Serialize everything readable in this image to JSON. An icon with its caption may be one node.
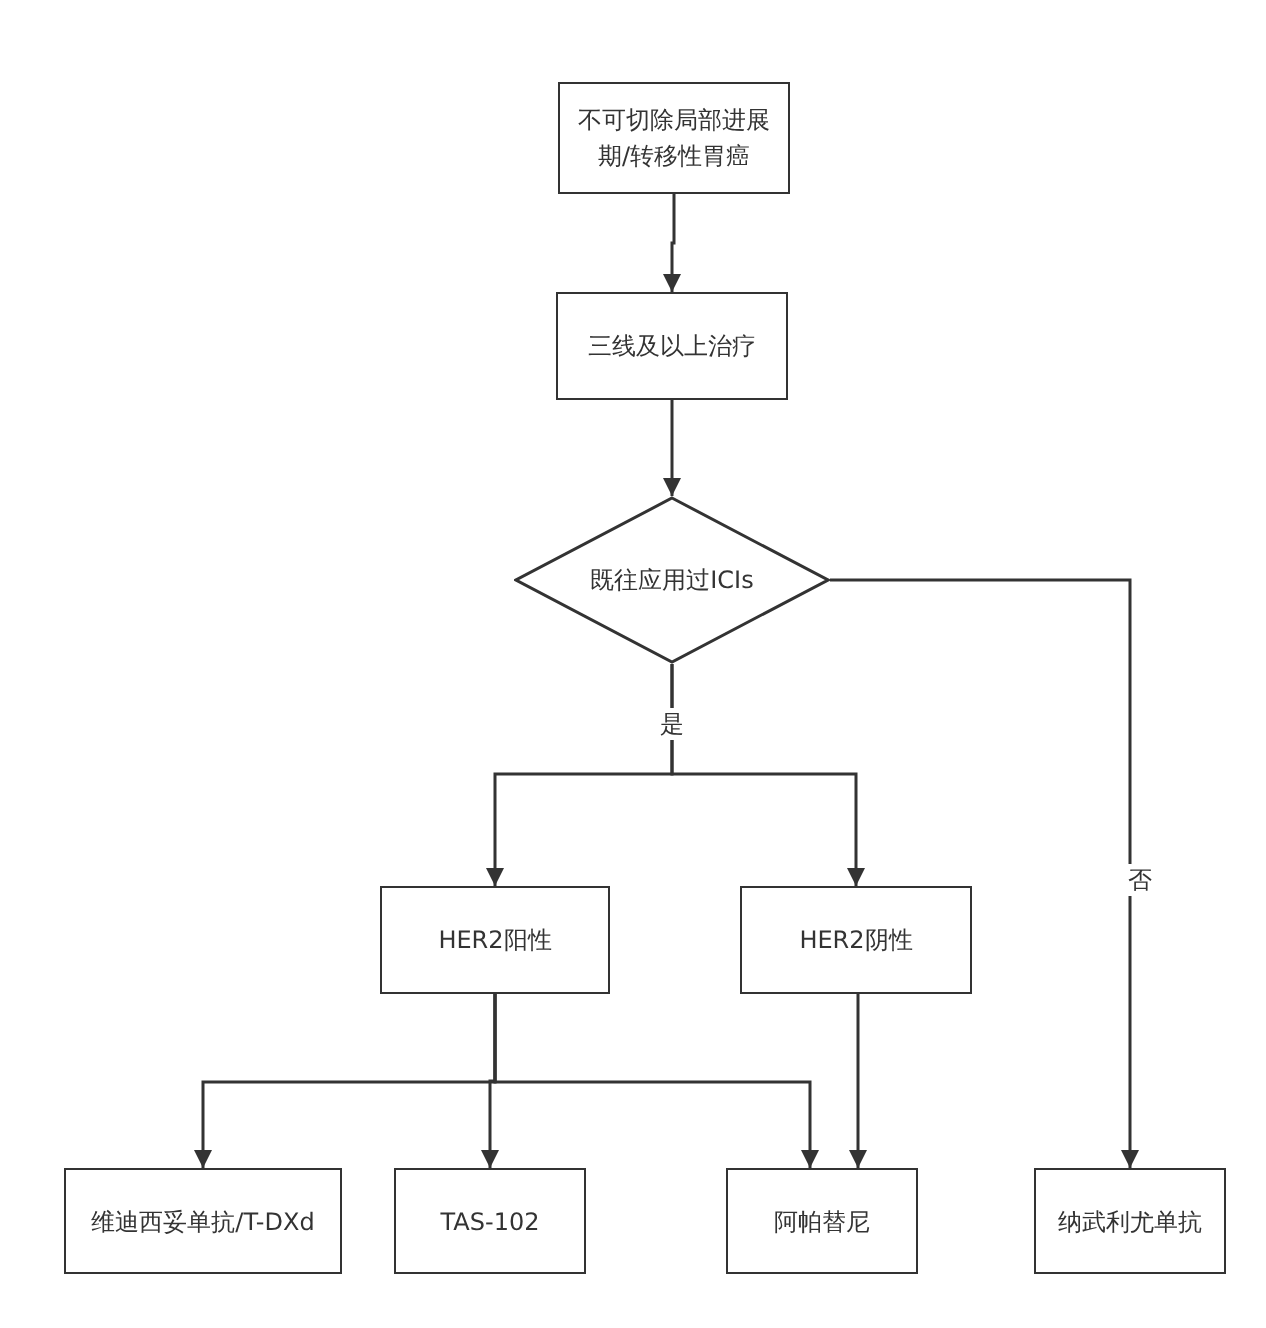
{
  "diagram": {
    "nodes": [
      {
        "text": [
          "不可切除局部进展期/转移性胃癌"
        ]
      },
      {
        "text": [
          "三线及以上治疗"
        ]
      },
      {
        "text": [
          "既往应用过ICIs"
        ]
      },
      {
        "text": [
          "HER2阳性"
        ]
      },
      {
        "text": [
          "HER2阴性"
        ]
      },
      {
        "text": [
          "维迪西妥单抗/T-DXd"
        ]
      },
      {
        "text": [
          "TAS-102"
        ]
      },
      {
        "text": [
          "阿帕替尼"
        ]
      },
      {
        "text": [
          "纳武利尤单抗"
        ]
      }
    ],
    "edges": [
      {
        "from": 0,
        "to": 1,
        "arrow": "to"
      },
      {
        "from": 1,
        "to": 2,
        "arrow": "to"
      },
      {
        "from": 2,
        "to": 3,
        "arrow": "to",
        "label": "是"
      },
      {
        "from": 2,
        "to": 4,
        "arrow": "to"
      },
      {
        "from": 2,
        "to": 8,
        "arrow": "to",
        "label": "否"
      },
      {
        "from": 3,
        "to": 5,
        "arrow": "to"
      },
      {
        "from": 3,
        "to": 6,
        "arrow": "to"
      },
      {
        "from": 3,
        "to": 7,
        "arrow": "to"
      },
      {
        "from": 4,
        "to": 7,
        "arrow": "to"
      }
    ]
  }
}
